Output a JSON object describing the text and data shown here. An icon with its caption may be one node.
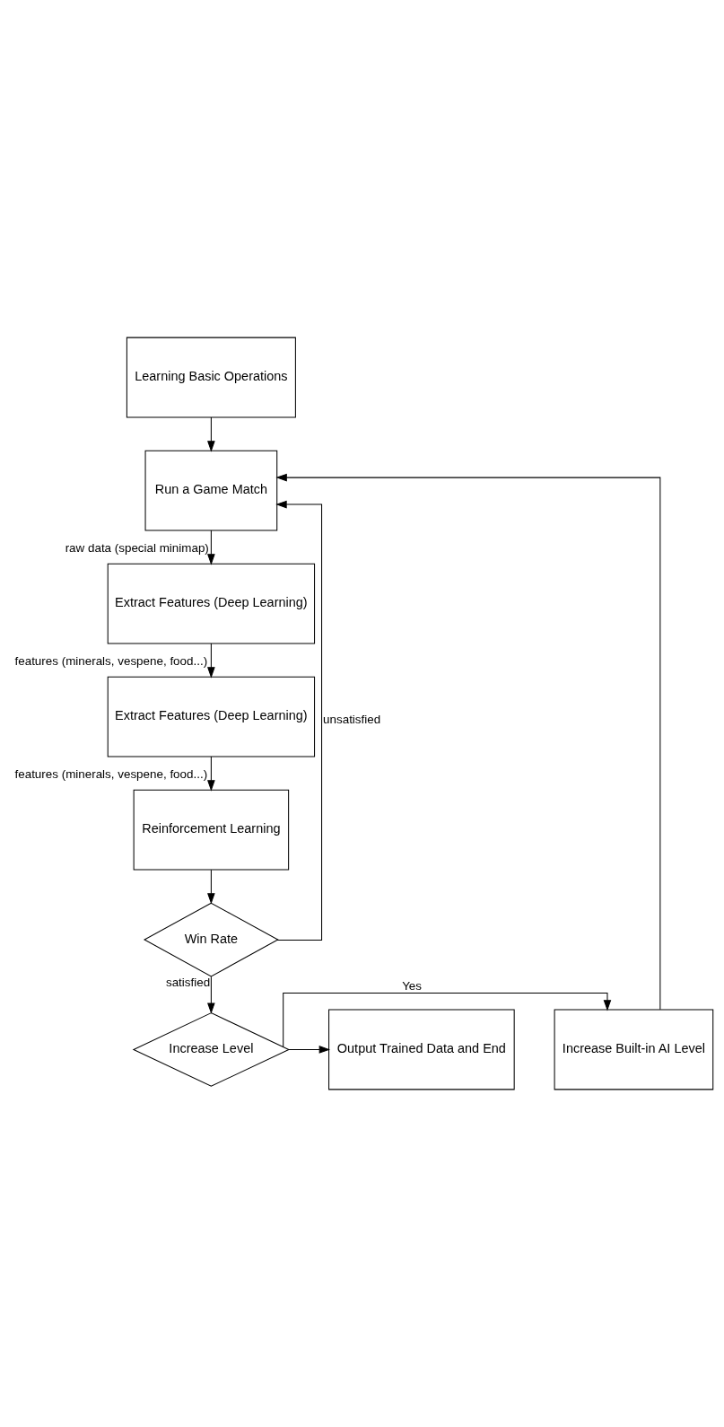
{
  "diagram": {
    "nodes": [
      {
        "text": [
          "Learning Basic Operations"
        ]
      },
      {
        "text": [
          "Run a Game Match"
        ]
      },
      {
        "text": [
          "Extract Features (Deep Learning)"
        ]
      },
      {
        "text": [
          "Extract Features (Deep Learning)"
        ]
      },
      {
        "text": [
          "Reinforcement Learning"
        ]
      },
      {
        "text": [
          "Win Rate"
        ]
      },
      {
        "text": [
          "Increase Level"
        ]
      },
      {
        "text": [
          "Increase Built-in AI Level"
        ]
      },
      {
        "text": [
          "Output Trained Data and End"
        ]
      }
    ],
    "edges": [
      {
        "from": 0,
        "to": 1,
        "arrow": "to"
      },
      {
        "from": 1,
        "to": 2,
        "arrow": "to",
        "label": "raw data (special minimap)"
      },
      {
        "from": 2,
        "to": 3,
        "arrow": "to",
        "label": "features (minerals, vespene, food...)"
      },
      {
        "from": 3,
        "to": 4,
        "arrow": "to",
        "label": "features (minerals, vespene, food...)"
      },
      {
        "from": 4,
        "to": 5,
        "arrow": "to"
      },
      {
        "from": 5,
        "to": 1,
        "arrow": "to",
        "label": "unsatisfied"
      },
      {
        "from": 5,
        "to": 6,
        "arrow": "to",
        "label": "satisfied"
      },
      {
        "from": 6,
        "to": 7,
        "arrow": "to",
        "label": "Yes"
      },
      {
        "from": 6,
        "to": 8,
        "arrow": "to"
      },
      {
        "from": 7,
        "to": 1,
        "arrow": "to"
      }
    ]
  }
}
